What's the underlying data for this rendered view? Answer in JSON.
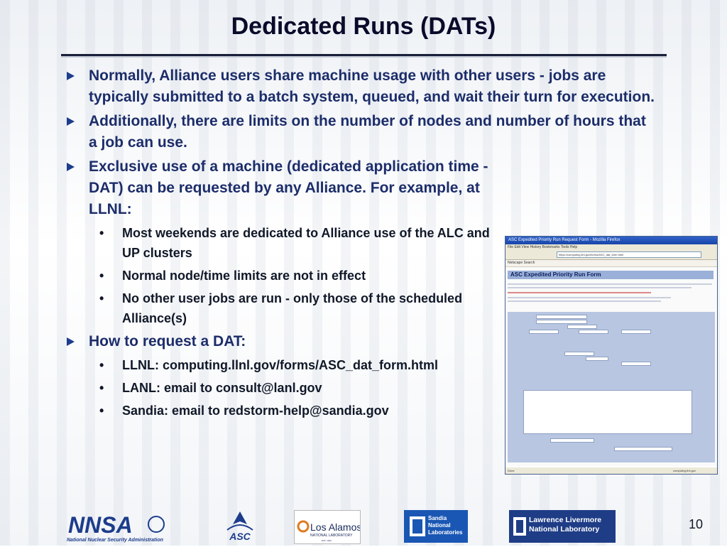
{
  "slide": {
    "title": "Dedicated Runs (DATs)",
    "page_number": "10"
  },
  "bullets": {
    "b1": "Normally, Alliance users share machine usage with other users - jobs are typically submitted to a batch system, queued, and wait their turn for execution.",
    "b2": "Additionally, there are limits on the number of nodes and number of hours that a job can use.",
    "b3": "Exclusive use of a machine (dedicated application time - DAT) can be requested by any Alliance.  For example, at LLNL:",
    "b3_sub1": "Most weekends are dedicated to Alliance use of the ALC and UP clusters",
    "b3_sub2": "Normal node/time limits are not in effect",
    "b3_sub3": "No other user jobs are run - only those of the scheduled Alliance(s)",
    "b4": "How to request a DAT:",
    "b4_sub1": "LLNL: computing.llnl.gov/forms/ASC_dat_form.html",
    "b4_sub2": "LANL: email to consult@lanl.gov",
    "b4_sub3": "Sandia: email to redstorm-help@sandia.gov"
  },
  "screenshot": {
    "window_title": "ASC Expedited Priority Run Request Form - Mozilla Firefox",
    "menu": "File   Edit   View   History   Bookmarks   Tools   Help",
    "address": "https://computing.llnl.gov/forms/ASC_dat_form.html",
    "bookmark": "Netscape Search",
    "form_title": "ASC Expedited Priority Run Form",
    "status_left": "Done",
    "status_right": "computing.llnl.gov"
  },
  "logos": {
    "nnsa_text": "NNSA",
    "nnsa_sub": "National Nuclear Security Administration",
    "asc_text": "ASC",
    "lanl_text": "Los Alamos",
    "lanl_sub": "NATIONAL LABORATORY",
    "lanl_est": "EST. 1943",
    "sandia_text": "Sandia National Laboratories",
    "llnl_text": "Lawrence Livermore National Laboratory"
  },
  "colors": {
    "bullet_text": "#1c2d6a",
    "sub_text": "#101828",
    "rule": "#1a1f3a",
    "llnl_bg": "#1f3d86",
    "sandia_bg": "#1a57b4"
  }
}
